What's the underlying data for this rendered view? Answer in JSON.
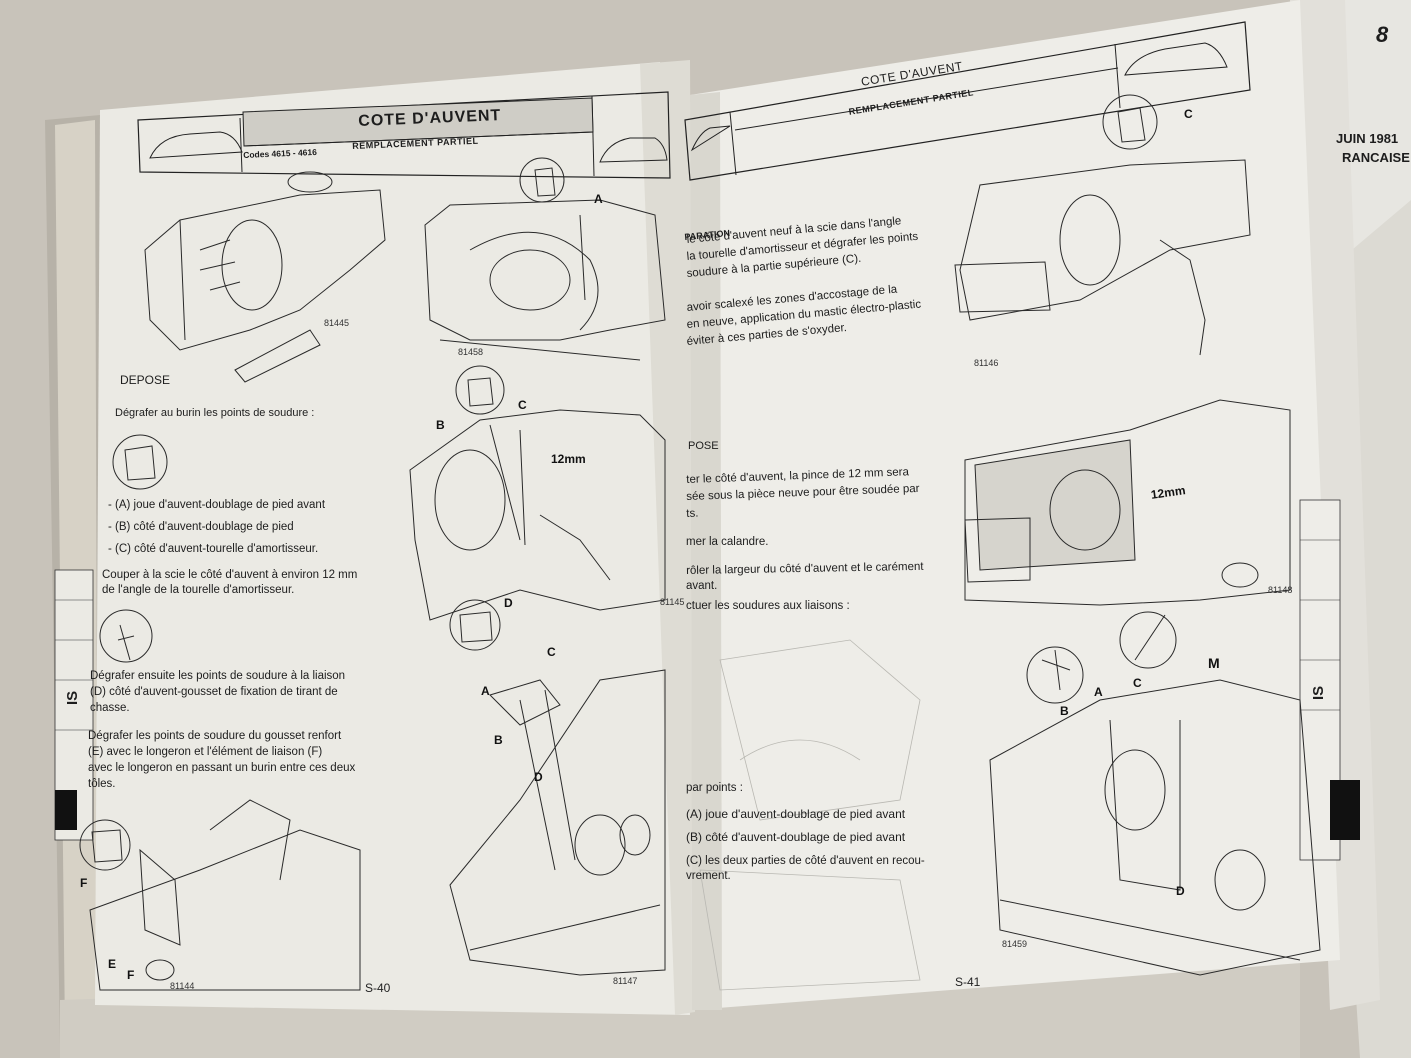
{
  "left_page": {
    "header": {
      "title": "COTE D'AUVENT",
      "codes": "Codes  4615 - 4616",
      "subtitle": "REMPLACEMENT PARTIEL"
    },
    "section_heading": "DEPOSE",
    "intro": "Dégrafer au burin les points de soudure :",
    "items": [
      "- (A)  joue d'auvent-doublage de pied avant",
      "- (B)  côté d'auvent-doublage de pied",
      "- (C)  côté d'auvent-tourelle d'amortisseur."
    ],
    "para_cut_1": "Couper à la scie le côté d'auvent à environ 12 mm",
    "para_cut_2": "de l'angle de la tourelle d'amortisseur.",
    "para_link_1": "Dégrafer ensuite les points de soudure à la liaison",
    "para_link_2": "(D)  côté d'auvent-gousset de fixation de tirant de",
    "para_link_3": "chasse.",
    "para_gusset_1": "Dégrafer les points de soudure du gousset renfort",
    "para_gusset_2": "(E)  avec le longeron et l'élément de liaison (F)",
    "para_gusset_3": "avec le longeron en passant un burin entre ces deux",
    "para_gusset_4": "tôles.",
    "figures": [
      "81445",
      "81458",
      "81145",
      "81147",
      "81144"
    ],
    "callouts": {
      "a": "A",
      "b": "B",
      "c": "C",
      "d": "D",
      "e": "E",
      "f": "F",
      "mm": "12mm"
    },
    "side_tab": "IS",
    "page_number": "S-40"
  },
  "right_page": {
    "header": {
      "title": "COTE D'AUVENT",
      "subtitle": "REMPLACEMENT PARTIEL"
    },
    "section_repose_heading": "PARATION",
    "repose_lines": [
      "le côté d'auvent neuf à la scie dans l'angle",
      "la tourelle d'amortisseur et dégrafer les points",
      "soudure à la partie supérieure (C).",
      "avoir scalexé les zones d'accostage de la",
      "en neuve, application du mastic électro-plastic",
      "éviter à ces parties de s'oxyder."
    ],
    "section_pose_heading": "POSE",
    "pose_lines": [
      "ter le côté d'auvent, la pince de 12 mm sera",
      "sée sous la pièce neuve pour être soudée par",
      "ts."
    ],
    "step_lines": [
      "mer la calandre.",
      "rôler la largeur du côté d'auvent et le carément",
      "avant.",
      "ctuer les soudures aux liaisons :"
    ],
    "points_label": "par points :",
    "points": [
      "(A)  joue d'auvent-doublage de pied avant",
      "(B)  côté d'auvent-doublage de pied avant",
      "(C)  les deux parties de côté d'auvent en recou-",
      "vrement."
    ],
    "figures": [
      "81146",
      "81148",
      "81459"
    ],
    "callouts": {
      "a": "A",
      "b": "B",
      "c": "C",
      "d": "D",
      "m": "M",
      "mm": "12mm"
    },
    "side_tab": "IS",
    "page_number": "S-41"
  },
  "background_sheet": {
    "number": "8",
    "date": "JUIN 1981",
    "text": "RANCAISE"
  },
  "colors": {
    "paper": "#ecebe6",
    "paper_shadow": "#d4d1c9",
    "ink": "#1d1d1d",
    "table": "#c9c5bd"
  }
}
